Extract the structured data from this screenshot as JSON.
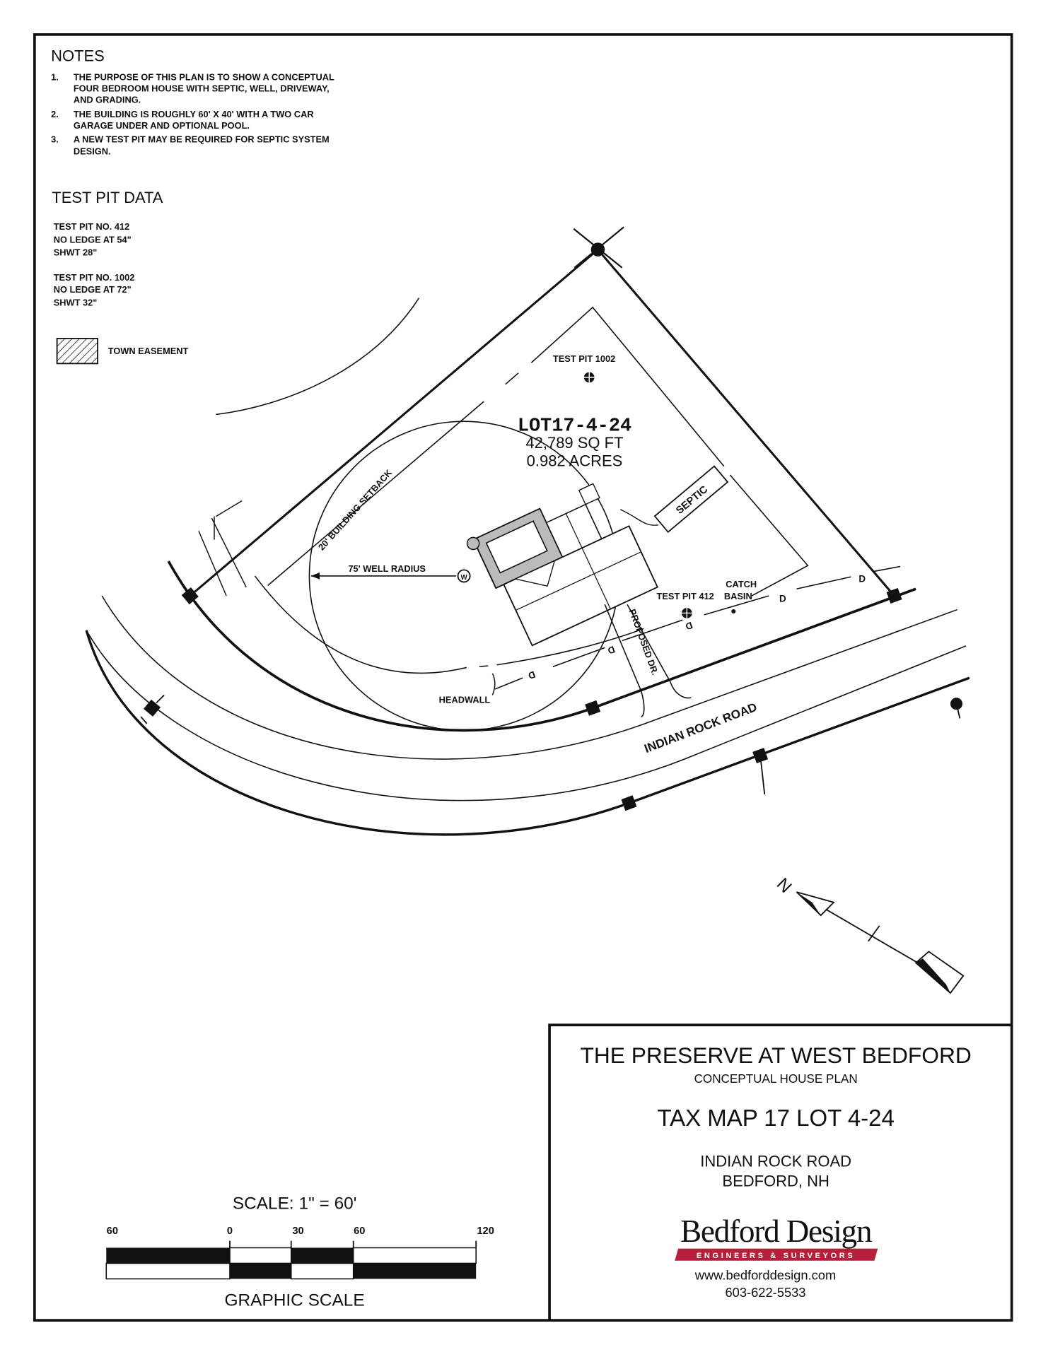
{
  "notes": {
    "heading": "NOTES",
    "items": [
      {
        "num": "1.",
        "lines": [
          "THE PURPOSE OF THIS PLAN IS TO SHOW A CONCEPTUAL",
          "FOUR BEDROOM HOUSE WITH SEPTIC, WELL, DRIVEWAY,",
          "AND GRADING."
        ]
      },
      {
        "num": "2.",
        "lines": [
          "THE BUILDING IS ROUGHLY 60' X 40' WITH A TWO CAR",
          "GARAGE UNDER AND OPTIONAL POOL."
        ]
      },
      {
        "num": "3.",
        "lines": [
          "A NEW TEST PIT MAY BE REQUIRED FOR SEPTIC SYSTEM",
          "DESIGN."
        ]
      }
    ]
  },
  "test_pit_data": {
    "heading": "TEST PIT DATA",
    "pits": [
      {
        "lines": [
          "TEST PIT NO. 412",
          "NO LEDGE AT 54\"",
          "SHWT 28\""
        ]
      },
      {
        "lines": [
          "TEST PIT NO. 1002",
          "NO LEDGE AT 72\"",
          "SHWT 32\""
        ]
      }
    ]
  },
  "legend": {
    "town_easement": "TOWN EASEMENT"
  },
  "plan": {
    "lot_label": "LOT17-4-24",
    "area_sqft": "42,789 SQ FT",
    "area_acres": "0.982 ACRES",
    "test_pit_1002": "TEST PIT 1002",
    "test_pit_412": "TEST PIT 412",
    "building_setback": "20' BUILDING SETBACK",
    "well_radius": "75' WELL RADIUS",
    "well_symbol": "W",
    "septic": "SEPTIC",
    "catch_basin_1": "CATCH",
    "catch_basin_2": "BASIN",
    "proposed_drive": "PROPOSED DR.",
    "headwall": "HEADWALL",
    "road_name": "INDIAN ROCK ROAD",
    "drain_marker": "D",
    "north_label": "N"
  },
  "scale": {
    "title": "SCALE:  1\"  =  60'",
    "ticks": [
      "60",
      "0",
      "30",
      "60",
      "120"
    ],
    "caption": "GRAPHIC  SCALE"
  },
  "title_block": {
    "project": "THE PRESERVE AT WEST BEDFORD",
    "subtitle": "CONCEPTUAL HOUSE PLAN",
    "tax_map": "TAX MAP 17 LOT 4-24",
    "address_line1": "INDIAN ROCK ROAD",
    "address_line2": "BEDFORD, NH",
    "company": "Bedford Design",
    "company_tagline": "ENGINEERS & SURVEYORS",
    "website": "www.bedforddesign.com",
    "phone": "603-622-5533",
    "brand_color": "#b5203a"
  }
}
